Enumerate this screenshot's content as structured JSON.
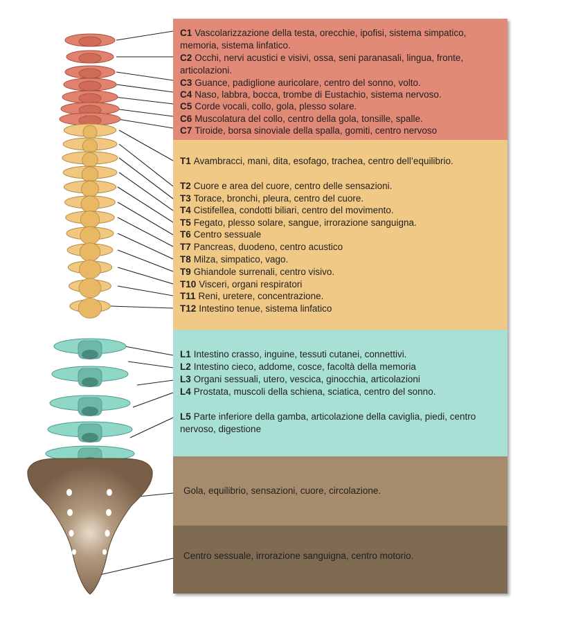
{
  "cervical": [
    {
      "code": "C1",
      "text": "Vascolarizzazione della testa, orecchie, ipofisi, sistema simpatico, memoria, sistema linfatico."
    },
    {
      "code": "C2",
      "text": "Occhi, nervi acustici e visivi, ossa, seni paranasali, lingua, fronte, articolazioni."
    },
    {
      "code": "C3",
      "text": "Guance, padiglione auricolare, centro del sonno, volto."
    },
    {
      "code": "C4",
      "text": "Naso, labbra, bocca, trombe di Eustachio, sistema nervoso."
    },
    {
      "code": "C5",
      "text": "Corde vocali, collo, gola, plesso solare."
    },
    {
      "code": "C6",
      "text": "Muscolatura del collo, centro della gola, tonsille, spalle."
    },
    {
      "code": "C7",
      "text": "Tiroide, borsa sinoviale della spalla, gomiti, centro nervoso"
    }
  ],
  "thoracic": [
    {
      "code": "T1",
      "text": "Avambracci, mani, dita, esofago, trachea, centro dell’equilibrio."
    },
    {
      "code": "T2",
      "text": "Cuore e area del cuore, centro delle sensazioni."
    },
    {
      "code": "T3",
      "text": "Torace, bronchi, pleura, centro del cuore."
    },
    {
      "code": "T4",
      "text": "Cistifellea, condotti biliari, centro del movimento."
    },
    {
      "code": "T5",
      "text": "Fegato, plesso solare, sangue, irrorazione sanguigna."
    },
    {
      "code": "T6",
      "text": "Centro sessuale"
    },
    {
      "code": "T7",
      "text": "Pancreas, duodeno, centro acustico"
    },
    {
      "code": "T8",
      "text": "Milza, simpatico, vago."
    },
    {
      "code": "T9",
      "text": "Ghiandole surrenali, centro visivo."
    },
    {
      "code": "T10",
      "text": "Visceri, organi respiratori"
    },
    {
      "code": "T11",
      "text": "Reni, uretere, concentrazione."
    },
    {
      "code": "T12",
      "text": "Intestino tenue, sistema linfatico"
    }
  ],
  "lumbar": [
    {
      "code": "L1",
      "text": "Intestino crasso, inguine, tessuti cutanei, connettivi."
    },
    {
      "code": "L2",
      "text": "Intestino cieco, addome, cosce, facoltà della memoria"
    },
    {
      "code": "L3",
      "text": "Organi sessuali, utero, vescica, ginocchia, articolazioni"
    },
    {
      "code": "L4",
      "text": "Prostata, muscoli della schiena, sciatica, centro del sonno."
    },
    {
      "code": "L5",
      "text": "Parte inferiore della gamba, articolazione della caviglia, piedi, centro nervoso, digestione"
    }
  ],
  "sacrum_text": "Gola, equilibrio, sensazioni, cuore, circolazione.",
  "coccyx_text": "Centro sessuale, irrorazione sanguigna, centro motorio.",
  "colors": {
    "cervical": "#e08a77",
    "thoracic": "#f0c986",
    "lumbar": "#a9e0d6",
    "sacrum": "#a68c6c",
    "coccyx": "#7f6a52",
    "bone_cervical": "#e0826e",
    "bone_thoracic": "#f2c77f",
    "bone_lumbar": "#8fd8c8",
    "bone_sacrum": "#7a5f48"
  }
}
